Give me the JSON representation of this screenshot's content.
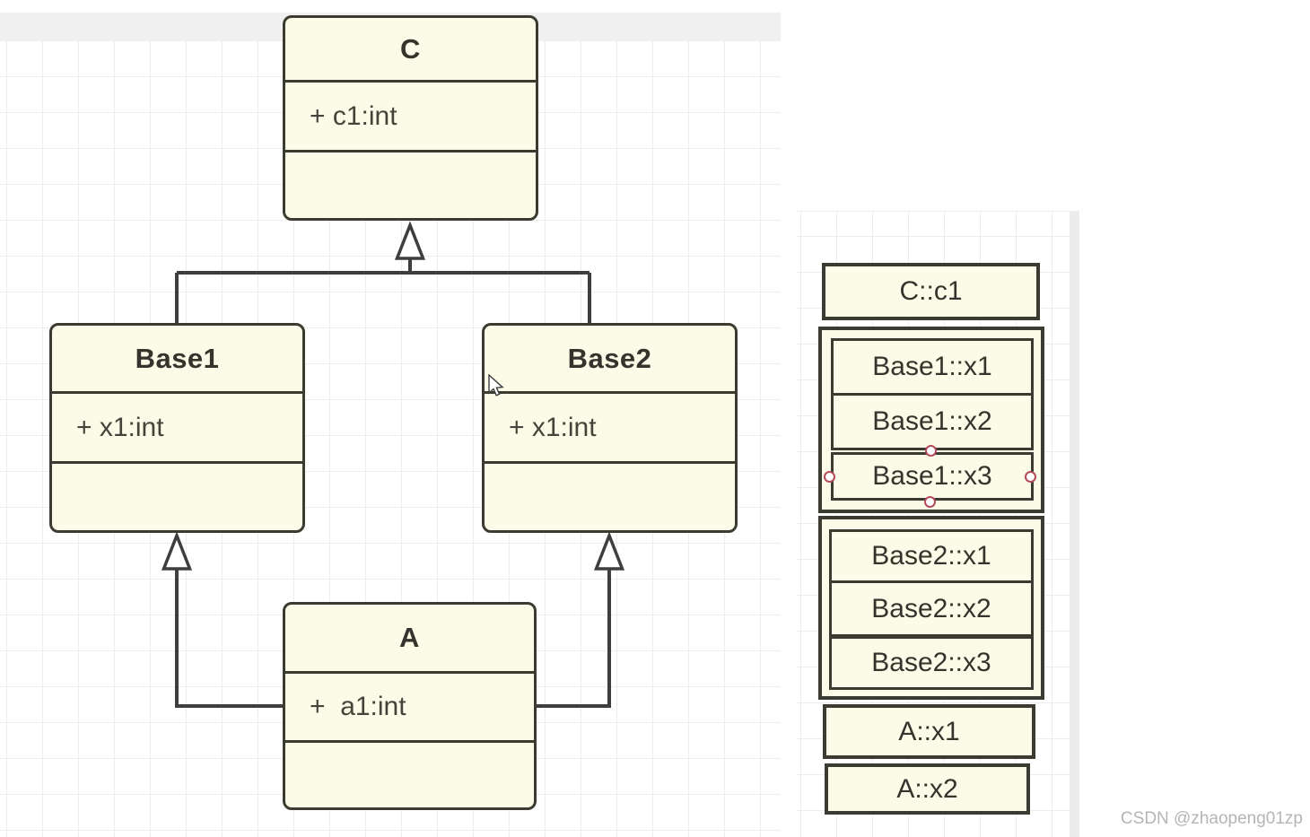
{
  "colors": {
    "node_fill": "#fbfbe8",
    "node_border": "#3b3b32",
    "edge_line": "#3e3e3e",
    "grid_line": "#ededed",
    "top_strip": "#f0f0f0",
    "scrollbar": "#ececec",
    "selection_handle_ring": "#b44b5b",
    "watermark_text": "#b5b5b5"
  },
  "uml": {
    "classes": [
      {
        "name": "C",
        "attributes": [
          "+ c1:int"
        ],
        "methods": []
      },
      {
        "name": "Base1",
        "attributes": [
          "+ x1:int"
        ],
        "methods": []
      },
      {
        "name": "Base2",
        "attributes": [
          "+ x1:int"
        ],
        "methods": []
      },
      {
        "name": "A",
        "attributes": [
          "+  a1:int"
        ],
        "methods": []
      }
    ],
    "inheritance": [
      {
        "derived": "Base1",
        "base": "C"
      },
      {
        "derived": "Base2",
        "base": "C"
      },
      {
        "derived": "A",
        "base": "Base1"
      },
      {
        "derived": "A",
        "base": "Base2"
      }
    ]
  },
  "memory_layout": {
    "c_cell": "C::c1",
    "base1_cells": [
      "Base1::x1",
      "Base1::x2",
      "Base1::x3"
    ],
    "base2_cells": [
      "Base2::x1",
      "Base2::x2",
      "Base2::x3"
    ],
    "a_cells": [
      "A::x1",
      "A::x2"
    ],
    "selected_cell": "Base1::x3"
  },
  "watermark": "CSDN @zhaopeng01zp"
}
